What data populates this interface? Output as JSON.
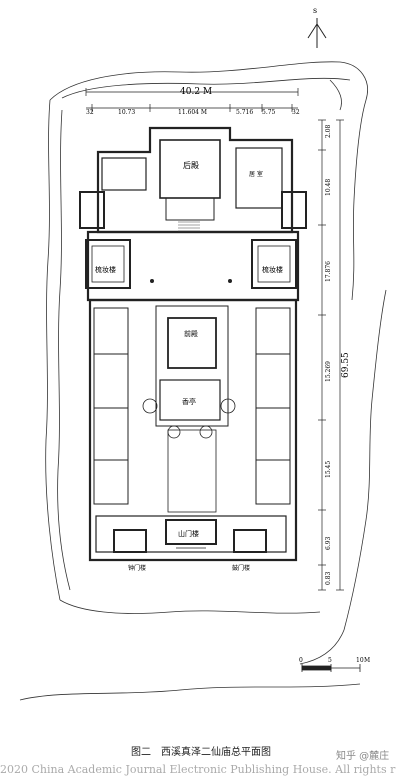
{
  "compass": {
    "north_label": "s"
  },
  "dimensions": {
    "overall_width": "40.2 M",
    "width_segments": [
      "32",
      "10.73",
      "11.604 M",
      "5.716",
      "5.75",
      "32"
    ],
    "depth_segments": [
      "2.08",
      "10.48",
      "17.876",
      "15.269",
      "15.45",
      "6.93",
      "0.83"
    ],
    "overall_depth": "69.55"
  },
  "rooms": {
    "rear_hall": "后殿",
    "rear_side": "居 室",
    "tower_left": "梳妆楼",
    "tower_right": "梳妆楼",
    "front_hall": "前殿",
    "pavilion": "香亭",
    "gate_tower": "山门楼",
    "left_gate_tower": "钟门楼",
    "right_gate_tower": "鼓门楼"
  },
  "scale": {
    "ticks": [
      "0",
      "5",
      "10"
    ],
    "unit": "M"
  },
  "caption": {
    "figure_no": "图二",
    "title": "西溪真泽二仙庙总平面图"
  },
  "watermark": "知乎 @麓庄",
  "copyright": "2020 China Academic Journal Electronic Publishing House. All rights r"
}
